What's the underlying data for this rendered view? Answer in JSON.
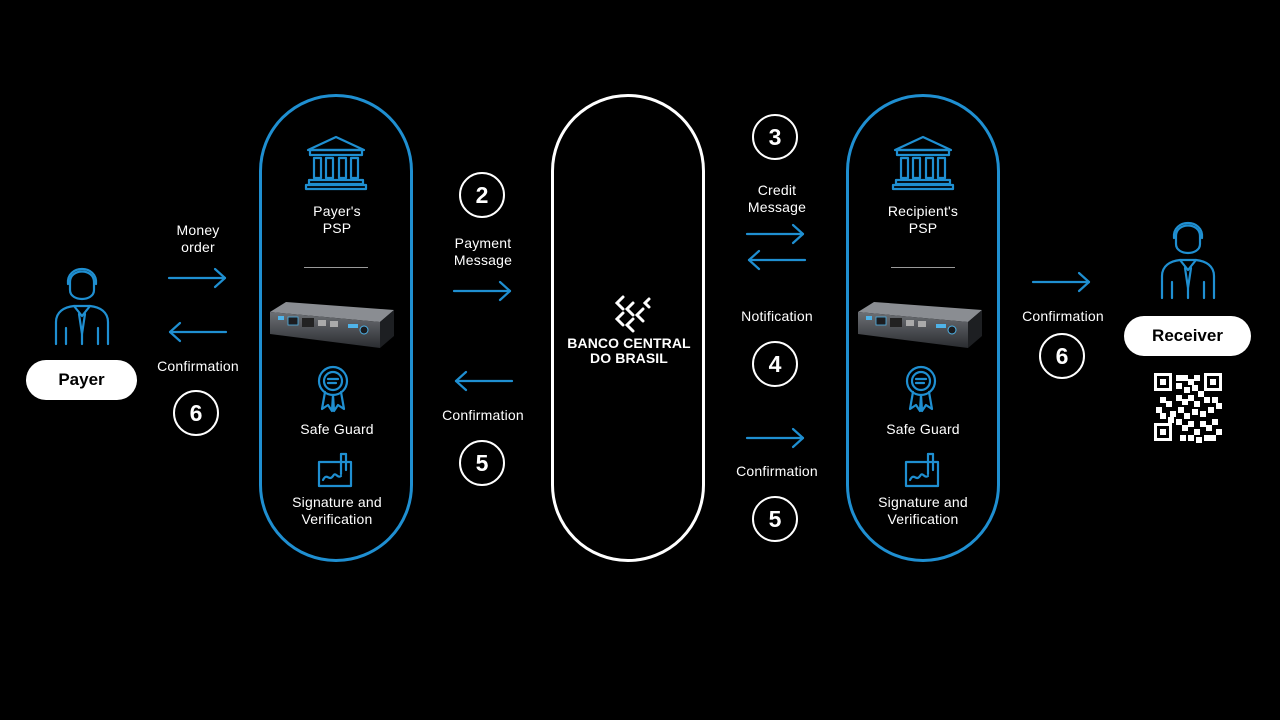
{
  "payer": {
    "label": "Payer"
  },
  "receiver": {
    "label": "Receiver"
  },
  "payer_psp": {
    "title": "Payer's\nPSP",
    "safe_guard": "Safe Guard",
    "signature": "Signature and\nVerification"
  },
  "recipient_psp": {
    "title": "Recipient's\nPSP",
    "safe_guard": "Safe Guard",
    "signature": "Signature and\nVerification"
  },
  "central_bank": {
    "line1": "BANCO CENTRAL",
    "line2": "DO BRASIL"
  },
  "flows": {
    "money_order": "Money\norder",
    "confirmation_left": "Confirmation",
    "step6_left": "6",
    "payment_message": "Payment\nMessage",
    "step2": "2",
    "confirmation_mid": "Confirmation",
    "step5_left": "5",
    "step3": "3",
    "credit_message": "Credit\nMessage",
    "notification": "Notification",
    "step4": "4",
    "confirmation_right": "Confirmation",
    "step5_right": "5",
    "confirmation_receiver": "Confirmation",
    "step6_right": "6"
  },
  "colors": {
    "accent": "#1f8fd1",
    "background": "#000000",
    "text": "#ffffff"
  },
  "icons": [
    "person-icon",
    "bank-building-icon",
    "server-rack-icon",
    "award-badge-icon",
    "signature-icon",
    "qr-code-icon",
    "central-bank-logo-icon",
    "arrow-right-icon",
    "arrow-left-icon"
  ]
}
